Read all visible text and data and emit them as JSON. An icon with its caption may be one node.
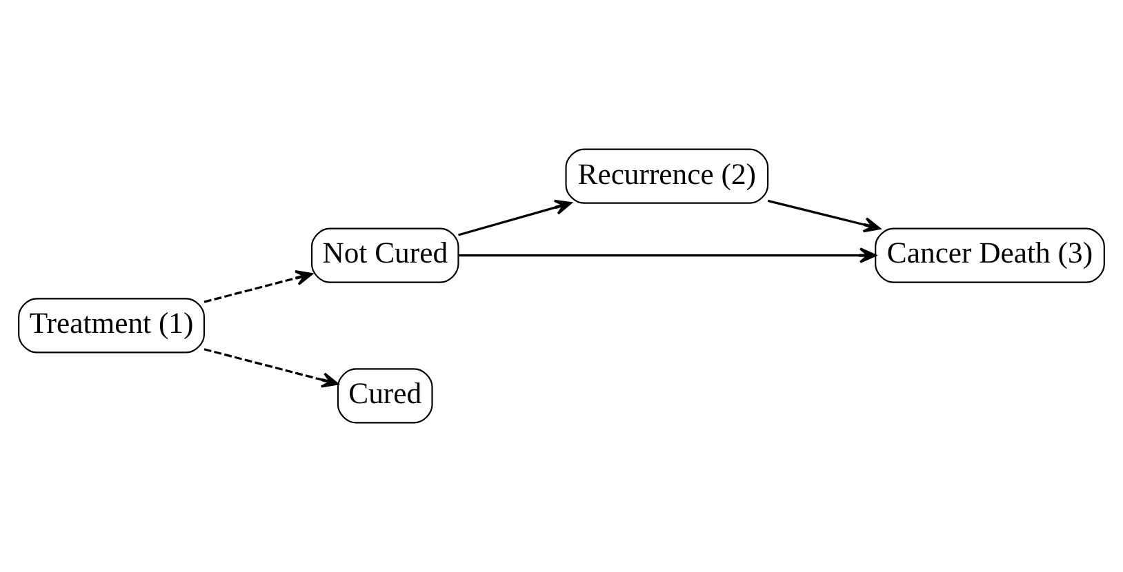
{
  "diagram": {
    "nodes": [
      {
        "text": [
          "Treatment (1)"
        ]
      },
      {
        "text": [
          "Not Cured"
        ]
      },
      {
        "text": [
          "Recurrence (2)"
        ]
      },
      {
        "text": [
          "Cured"
        ]
      },
      {
        "text": [
          "Cancer Death (3)"
        ]
      }
    ],
    "edges": [
      {
        "from": 0,
        "to": 1,
        "arrow": "to",
        "style": "dashed"
      },
      {
        "from": 0,
        "to": 3,
        "arrow": "to",
        "style": "dashed"
      },
      {
        "from": 1,
        "to": 2,
        "arrow": "to"
      },
      {
        "from": 1,
        "to": 4,
        "arrow": "to"
      },
      {
        "from": 2,
        "to": 4,
        "arrow": "to"
      }
    ]
  }
}
